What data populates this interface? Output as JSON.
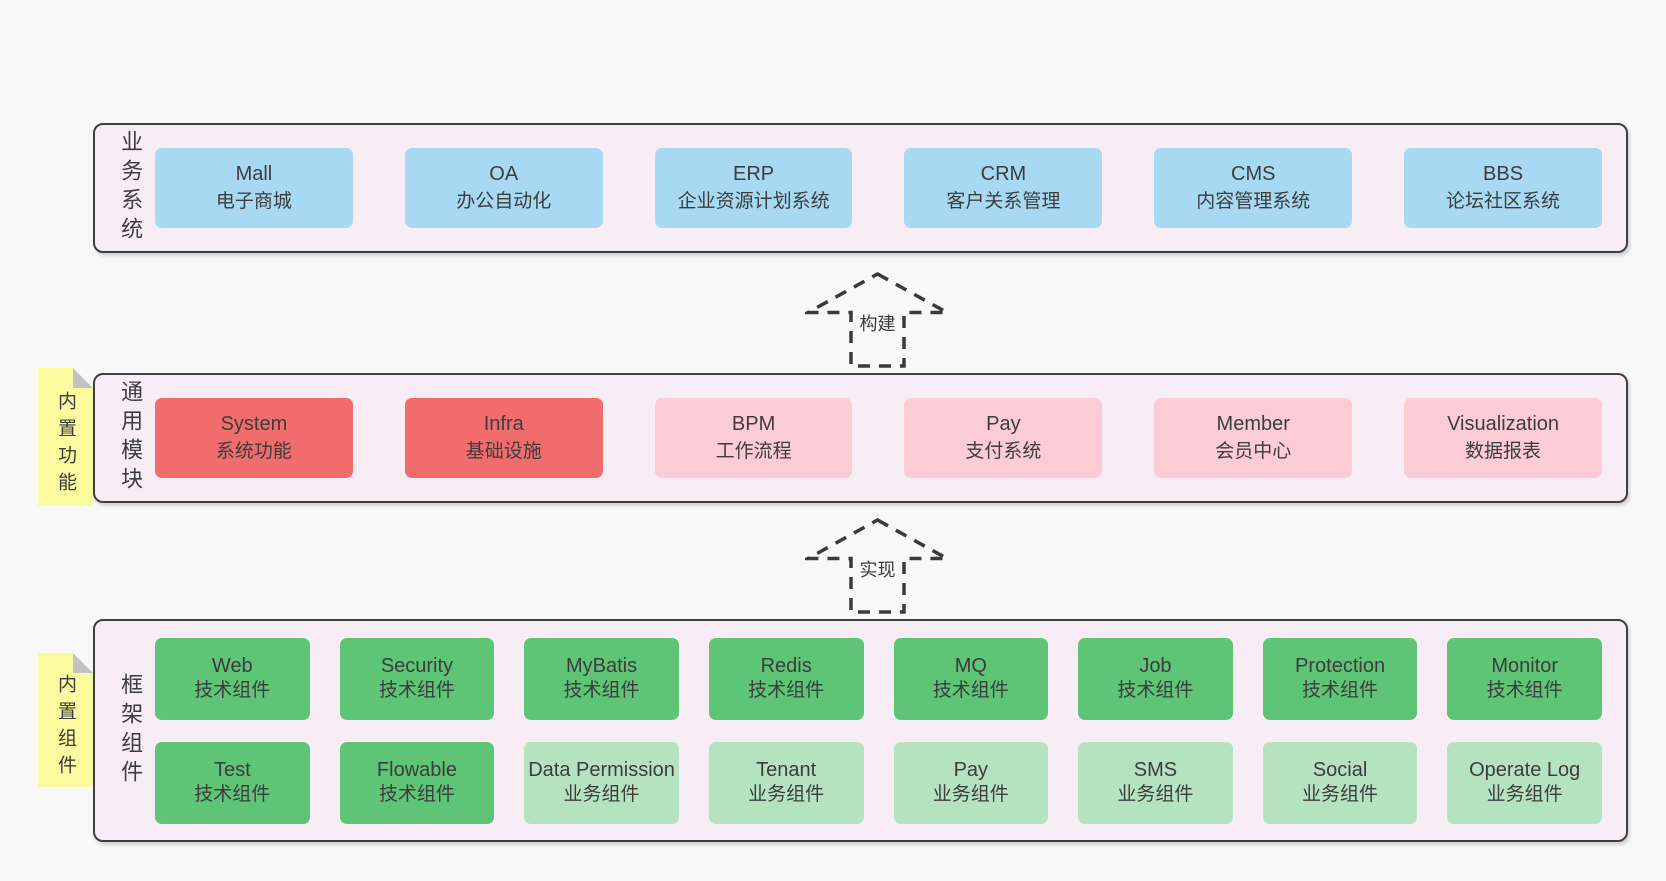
{
  "layers": {
    "business_systems": {
      "side_label": "业务系统",
      "items": [
        {
          "name": "Mall",
          "desc": "电子商城"
        },
        {
          "name": "OA",
          "desc": "办公自动化"
        },
        {
          "name": "ERP",
          "desc": "企业资源计划系统"
        },
        {
          "name": "CRM",
          "desc": "客户关系管理"
        },
        {
          "name": "CMS",
          "desc": "内容管理系统"
        },
        {
          "name": "BBS",
          "desc": "论坛社区系统"
        }
      ]
    },
    "common_modules": {
      "side_label": "通用模块",
      "sticky_note": "内置功能",
      "items": [
        {
          "name": "System",
          "desc": "系统功能"
        },
        {
          "name": "Infra",
          "desc": "基础设施"
        },
        {
          "name": "BPM",
          "desc": "工作流程"
        },
        {
          "name": "Pay",
          "desc": "支付系统"
        },
        {
          "name": "Member",
          "desc": "会员中心"
        },
        {
          "name": "Visualization",
          "desc": "数据报表"
        }
      ]
    },
    "framework_components": {
      "side_label": "框架组件",
      "sticky_note": "内置组件",
      "row1": [
        {
          "name": "Web",
          "desc": "技术组件"
        },
        {
          "name": "Security",
          "desc": "技术组件"
        },
        {
          "name": "MyBatis",
          "desc": "技术组件"
        },
        {
          "name": "Redis",
          "desc": "技术组件"
        },
        {
          "name": "MQ",
          "desc": "技术组件"
        },
        {
          "name": "Job",
          "desc": "技术组件"
        },
        {
          "name": "Protection",
          "desc": "技术组件"
        },
        {
          "name": "Monitor",
          "desc": "技术组件"
        }
      ],
      "row2": [
        {
          "name": "Test",
          "desc": "技术组件"
        },
        {
          "name": "Flowable",
          "desc": "技术组件"
        },
        {
          "name": "Data Permission",
          "desc": "业务组件"
        },
        {
          "name": "Tenant",
          "desc": "业务组件"
        },
        {
          "name": "Pay",
          "desc": "业务组件"
        },
        {
          "name": "SMS",
          "desc": "业务组件"
        },
        {
          "name": "Social",
          "desc": "业务组件"
        },
        {
          "name": "Operate Log",
          "desc": "业务组件"
        }
      ]
    }
  },
  "arrows": [
    {
      "label": "构建"
    },
    {
      "label": "实现"
    }
  ],
  "colors": {
    "page_bg": "#f8f8f8",
    "panel_bg": "#f8edf5",
    "panel_border": "#3f3f3f",
    "business_box": "#a7d9f2",
    "module_core_box": "#f16c6c",
    "module_box": "#fcccd4",
    "tech_component_box": "#5ec476",
    "biz_component_box": "#b5e3c0",
    "sticky_note": "#fafa9f",
    "text": "#3d3d3d"
  }
}
